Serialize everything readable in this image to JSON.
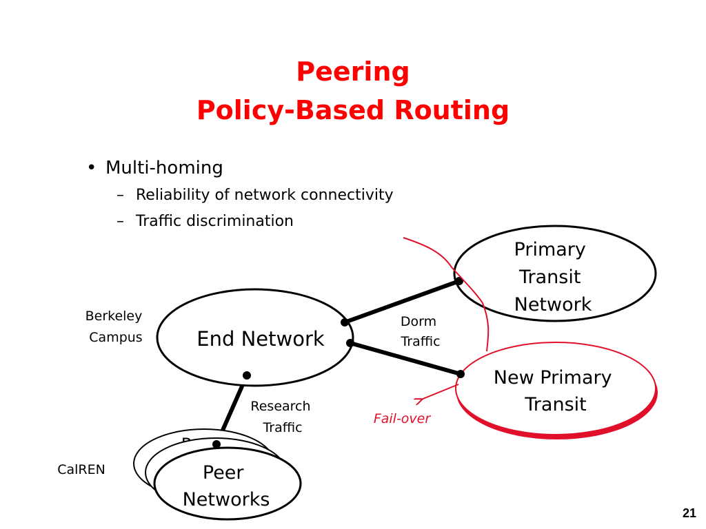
{
  "title": {
    "line1": "Peering",
    "line2": "Policy-Based Routing"
  },
  "bullets": {
    "main": "Multi-homing",
    "sub": [
      "Reliability of network connectivity",
      "Traffic discrimination"
    ]
  },
  "diagram": {
    "end_network": "End Network",
    "primary_transit": [
      "Primary",
      "Transit",
      "Network"
    ],
    "new_primary_transit": [
      "New Primary",
      "Transit"
    ],
    "peer_networks": [
      "Peer",
      "Networks"
    ],
    "peer_back_partial": "P",
    "berkeley_campus": [
      "Berkeley",
      "Campus"
    ],
    "calren": "CalREN",
    "dorm_traffic": [
      "Dorm",
      "Traffic"
    ],
    "research_traffic": [
      "Research",
      "Traffic"
    ],
    "fail_over": "Fail-over"
  },
  "page_number": "21",
  "colors": {
    "title": "#ff0000",
    "highlight": "#e0102a"
  }
}
